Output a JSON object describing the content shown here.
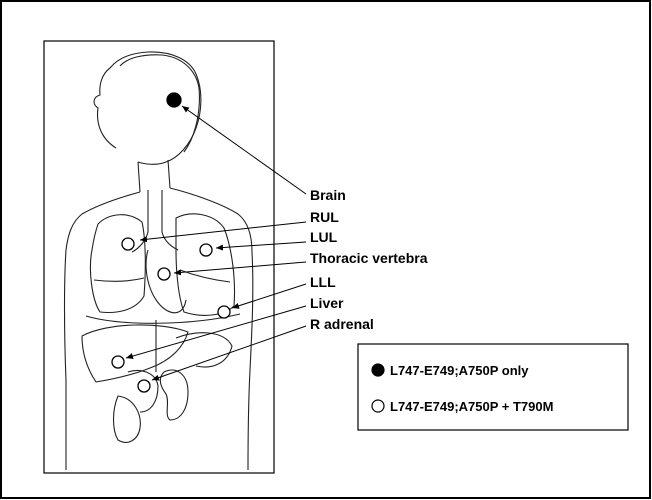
{
  "labels": {
    "brain": "Brain",
    "rul": "RUL",
    "lul": "LUL",
    "thoracic_vertebra": "Thoracic vertebra",
    "lll": "LLL",
    "liver": "Liver",
    "r_adrenal": "R adrenal"
  },
  "legend": {
    "filled": "L747-E749;A750P only",
    "open": "L747-E749;A750P + T790M"
  },
  "colors": {
    "ink": "#000000",
    "background": "#ffffff"
  }
}
